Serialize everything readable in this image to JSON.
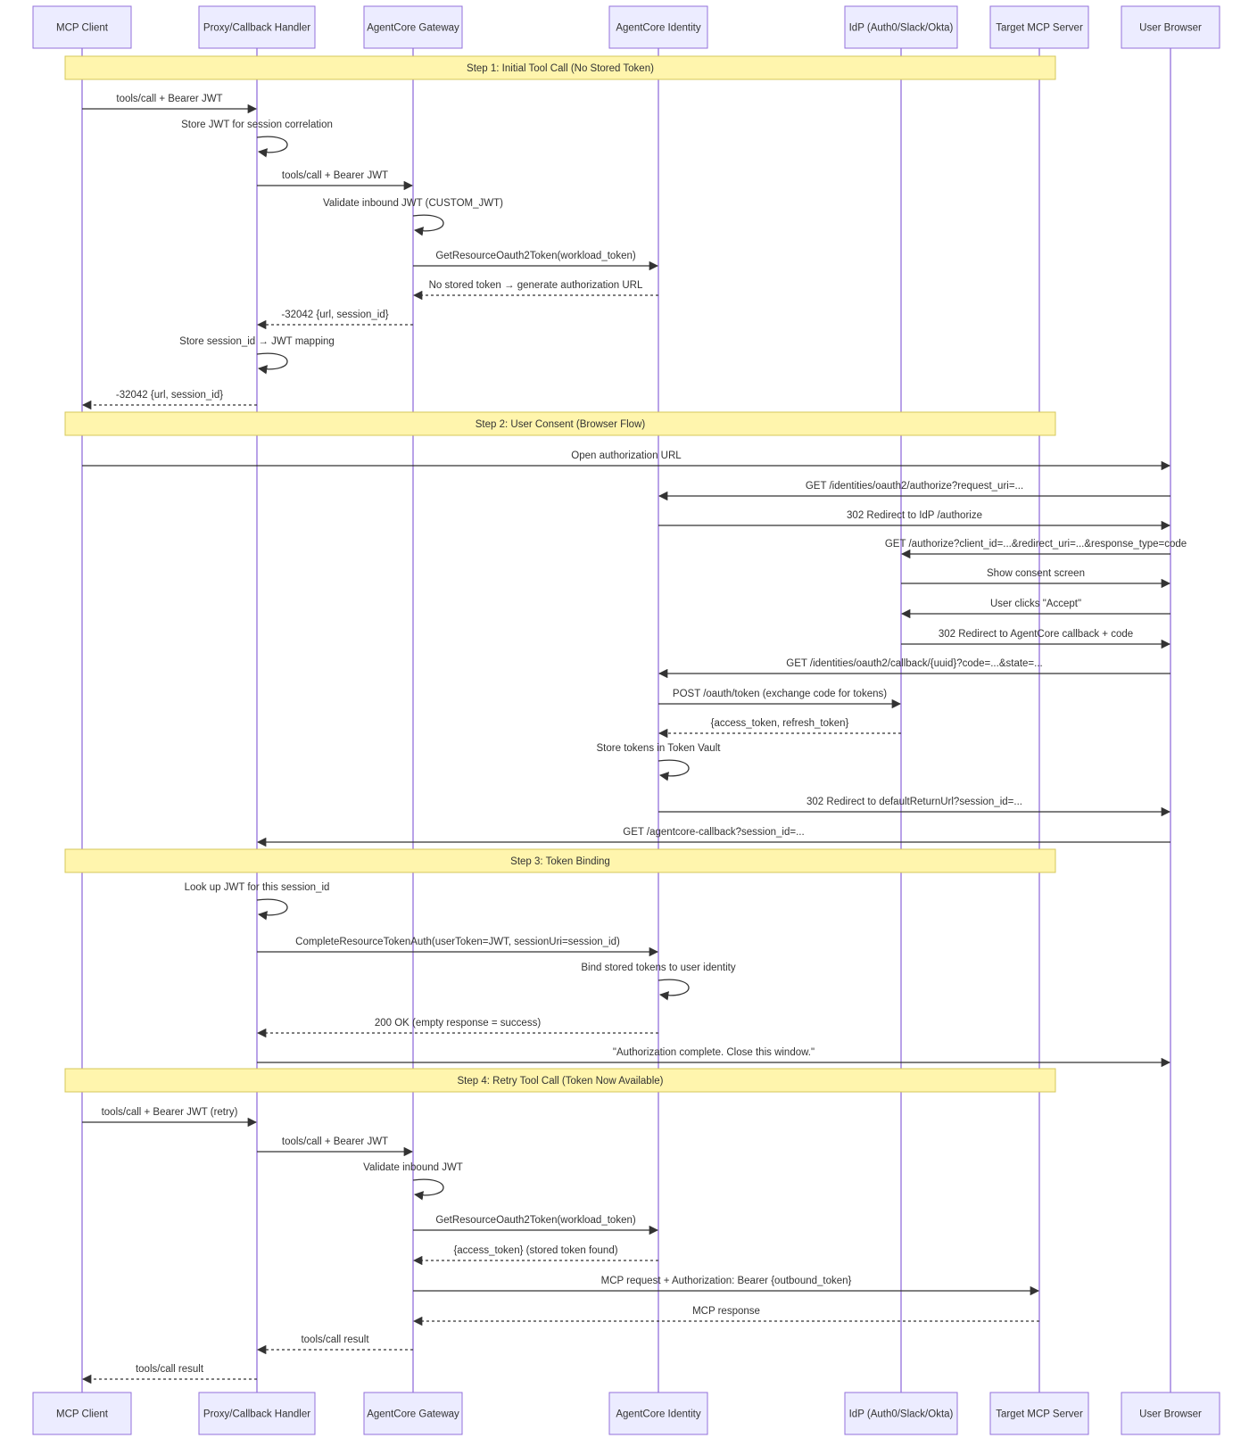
{
  "actors": [
    {
      "id": "client",
      "name": "MCP Client"
    },
    {
      "id": "proxy",
      "name": "Proxy/Callback Handler"
    },
    {
      "id": "gateway",
      "name": "AgentCore Gateway"
    },
    {
      "id": "identity",
      "name": "AgentCore Identity"
    },
    {
      "id": "idp",
      "name": "IdP (Auth0/Slack/Okta)"
    },
    {
      "id": "target",
      "name": "Target MCP Server"
    },
    {
      "id": "browser",
      "name": "User Browser"
    }
  ],
  "steps": [
    {
      "type": "note",
      "text": "Step 1: Initial Tool Call (No Stored Token)"
    },
    {
      "type": "msg",
      "from": "client",
      "to": "proxy",
      "text": "tools/call + Bearer JWT",
      "style": "solid"
    },
    {
      "type": "self",
      "actor": "proxy",
      "text": "Store JWT for session correlation"
    },
    {
      "type": "msg",
      "from": "proxy",
      "to": "gateway",
      "text": "tools/call + Bearer JWT",
      "style": "solid"
    },
    {
      "type": "self",
      "actor": "gateway",
      "text": "Validate inbound JWT (CUSTOM_JWT)"
    },
    {
      "type": "msg",
      "from": "gateway",
      "to": "identity",
      "text": "GetResourceOauth2Token(workload_token)",
      "style": "solid"
    },
    {
      "type": "msg",
      "from": "identity",
      "to": "gateway",
      "text": "No stored token → generate authorization URL",
      "style": "dashed"
    },
    {
      "type": "msg",
      "from": "gateway",
      "to": "proxy",
      "text": "-32042 {url, session_id}",
      "style": "dashed"
    },
    {
      "type": "self",
      "actor": "proxy",
      "text": "Store session_id → JWT mapping"
    },
    {
      "type": "msg",
      "from": "proxy",
      "to": "client",
      "text": "-32042 {url, session_id}",
      "style": "dashed"
    },
    {
      "type": "note",
      "text": "Step 2: User Consent (Browser Flow)"
    },
    {
      "type": "msg",
      "from": "client",
      "to": "browser",
      "text": "Open authorization URL",
      "style": "solid"
    },
    {
      "type": "msg",
      "from": "browser",
      "to": "identity",
      "text": "GET /identities/oauth2/authorize?request_uri=...",
      "style": "solid"
    },
    {
      "type": "msg",
      "from": "identity",
      "to": "browser",
      "text": "302 Redirect to IdP /authorize",
      "style": "solid"
    },
    {
      "type": "msg",
      "from": "browser",
      "to": "idp",
      "text": "GET /authorize?client_id=...&redirect_uri=...&response_type=code",
      "style": "solid"
    },
    {
      "type": "msg",
      "from": "idp",
      "to": "browser",
      "text": "Show consent screen",
      "style": "solid"
    },
    {
      "type": "msg",
      "from": "browser",
      "to": "idp",
      "text": "User clicks \"Accept\"",
      "style": "solid"
    },
    {
      "type": "msg",
      "from": "idp",
      "to": "browser",
      "text": "302 Redirect to AgentCore callback + code",
      "style": "solid"
    },
    {
      "type": "msg",
      "from": "browser",
      "to": "identity",
      "text": "GET /identities/oauth2/callback/{uuid}?code=...&state=...",
      "style": "solid"
    },
    {
      "type": "msg",
      "from": "identity",
      "to": "idp",
      "text": "POST /oauth/token (exchange code for tokens)",
      "style": "solid"
    },
    {
      "type": "msg",
      "from": "idp",
      "to": "identity",
      "text": "{access_token, refresh_token}",
      "style": "dashed"
    },
    {
      "type": "self",
      "actor": "identity",
      "text": "Store tokens in Token Vault"
    },
    {
      "type": "msg",
      "from": "identity",
      "to": "browser",
      "text": "302 Redirect to defaultReturnUrl?session_id=...",
      "style": "solid"
    },
    {
      "type": "msg",
      "from": "browser",
      "to": "proxy",
      "text": "GET /agentcore-callback?session_id=...",
      "style": "solid"
    },
    {
      "type": "note",
      "text": "Step 3: Token Binding"
    },
    {
      "type": "self",
      "actor": "proxy",
      "text": "Look up JWT for this session_id"
    },
    {
      "type": "msg",
      "from": "proxy",
      "to": "identity",
      "text": "CompleteResourceTokenAuth(userToken=JWT, sessionUri=session_id)",
      "style": "solid"
    },
    {
      "type": "self",
      "actor": "identity",
      "text": "Bind stored tokens to user identity"
    },
    {
      "type": "msg",
      "from": "identity",
      "to": "proxy",
      "text": "200 OK (empty response = success)",
      "style": "dashed"
    },
    {
      "type": "msg",
      "from": "proxy",
      "to": "browser",
      "text": "\"Authorization complete. Close this window.\"",
      "style": "solid"
    },
    {
      "type": "note",
      "text": "Step 4: Retry Tool Call (Token Now Available)"
    },
    {
      "type": "msg",
      "from": "client",
      "to": "proxy",
      "text": "tools/call + Bearer JWT (retry)",
      "style": "solid"
    },
    {
      "type": "msg",
      "from": "proxy",
      "to": "gateway",
      "text": "tools/call + Bearer JWT",
      "style": "solid"
    },
    {
      "type": "self",
      "actor": "gateway",
      "text": "Validate inbound JWT"
    },
    {
      "type": "msg",
      "from": "gateway",
      "to": "identity",
      "text": "GetResourceOauth2Token(workload_token)",
      "style": "solid"
    },
    {
      "type": "msg",
      "from": "identity",
      "to": "gateway",
      "text": "{access_token} (stored token found)",
      "style": "dashed"
    },
    {
      "type": "msg",
      "from": "gateway",
      "to": "target",
      "text": "MCP request + Authorization: Bearer {outbound_token}",
      "style": "solid"
    },
    {
      "type": "msg",
      "from": "target",
      "to": "gateway",
      "text": "MCP response",
      "style": "dashed"
    },
    {
      "type": "msg",
      "from": "gateway",
      "to": "proxy",
      "text": "tools/call result",
      "style": "dashed"
    },
    {
      "type": "msg",
      "from": "proxy",
      "to": "client",
      "text": "tools/call result",
      "style": "dashed"
    }
  ],
  "colors": {
    "actor_fill": "#ececff",
    "actor_stroke": "#9370db",
    "lifeline": "#9370db",
    "note_fill": "#fff5ad",
    "note_stroke": "#d6c85b",
    "message": "#333333",
    "text": "#333333"
  }
}
